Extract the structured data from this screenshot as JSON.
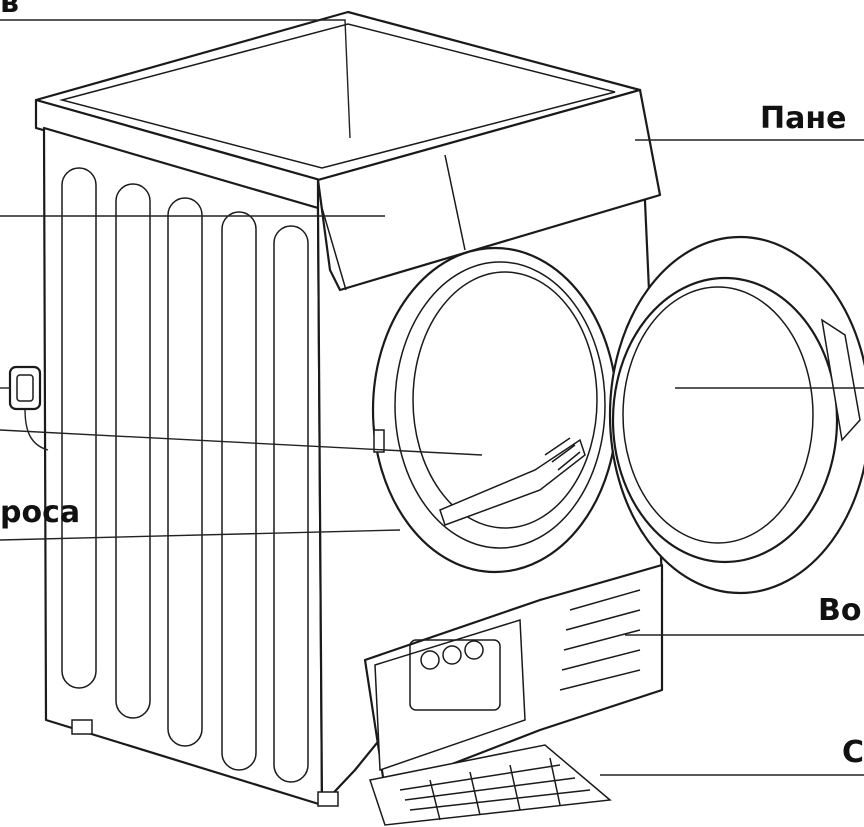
{
  "labels": {
    "top_left": "в",
    "panel_right": "Пане",
    "hose_left": "роса",
    "water_right": "Во",
    "bottom_right": "С"
  },
  "colors": {
    "line": "#1a1a1a",
    "background": "#ffffff",
    "text": "#111111"
  },
  "icons": {
    "plug": "power-plug-icon"
  }
}
